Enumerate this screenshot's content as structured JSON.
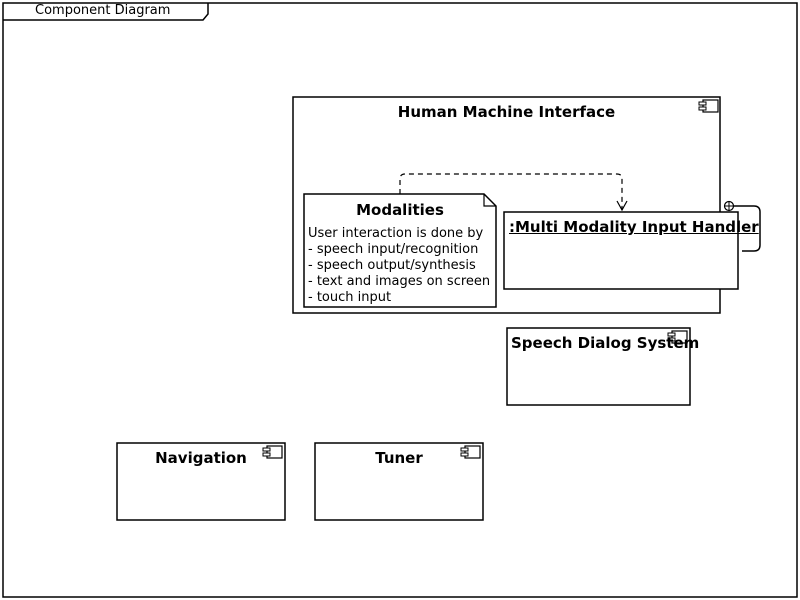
{
  "frame": {
    "title": "Component Diagram"
  },
  "components": {
    "hmi": "Human Machine Interface",
    "mmih": ":Multi Modality Input Handler",
    "sds": "Speech Dialog System",
    "nav": "Navigation",
    "tuner": "Tuner"
  },
  "note": {
    "title": "Modalities",
    "lines": [
      "User interaction is done by",
      "- speech input/recognition",
      "- speech output/synthesis",
      "- text and images on screen",
      "- touch input"
    ]
  },
  "icons": [
    "component-icon",
    "circle-plus-icon"
  ]
}
